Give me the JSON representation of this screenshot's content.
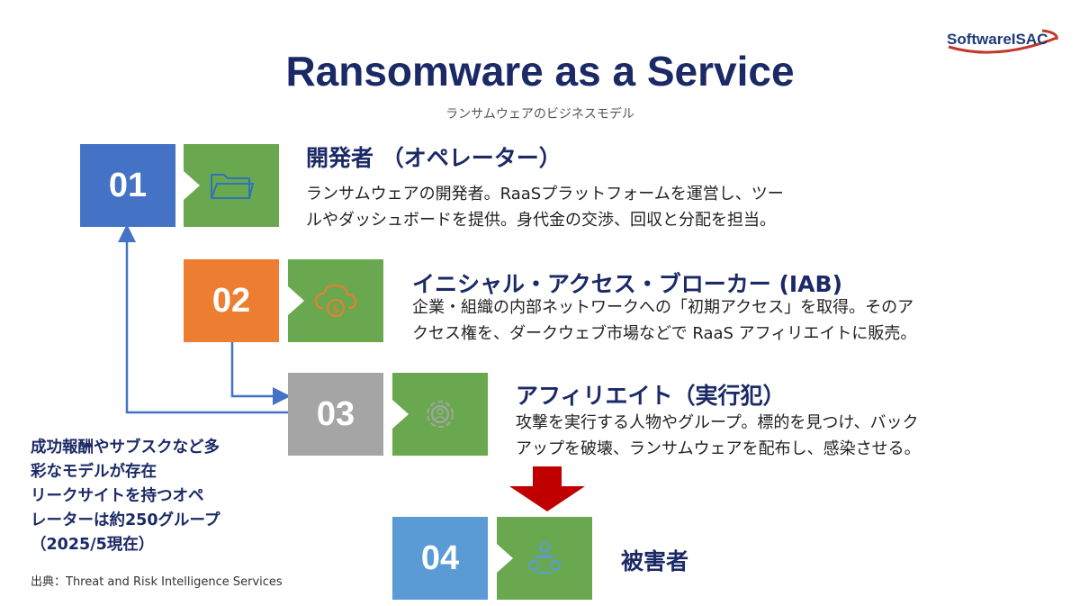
{
  "logo": {
    "text": "SoftwareISAC"
  },
  "title": "Ransomware as a Service",
  "subtitle": "ランサムウェアのビジネスモデル",
  "steps": [
    {
      "number": "01",
      "color": "#4472c4",
      "icon": "folder-icon",
      "heading": "開発者 （オペレーター）",
      "lines": [
        "ランサムウェアの開発者。RaaSプラットフォームを運営し、ツー",
        "ルやダッシュボードを提供。身代金の交渉、回収と分配を担当。"
      ]
    },
    {
      "number": "02",
      "color": "#ed7d31",
      "icon": "cloud-money-icon",
      "heading": "イニシャル・アクセス・ブローカー (IAB)",
      "lines": [
        "企業・組織の内部ネットワークへの「初期アクセス」を取得。そのア",
        "クセス権を、ダークウェブ市場などで RaaS アフィリエイトに販売。"
      ]
    },
    {
      "number": "03",
      "color": "#a5a5a5",
      "icon": "gear-icon",
      "heading": "アフィリエイト（実行犯）",
      "lines": [
        "攻撃を実行する人物やグループ。標的を見つけ、バック",
        "アップを破壊、ランサムウェアを配布し、感染させる。"
      ]
    },
    {
      "number": "04",
      "color": "#5b9bd5",
      "icon": "people-icon",
      "heading": "被害者",
      "lines": []
    }
  ],
  "note": [
    "成功報酬やサブスクなど多",
    "彩なモデルが存在",
    "リークサイトを持つオペ",
    "レーターは約250グループ",
    "（2025/5現在）"
  ],
  "source": "出典：Threat and Risk Intelligence Services",
  "colors": {
    "green": "#6aa84f",
    "navy": "#1b2a66",
    "arrow_red": "#c00000",
    "connector": "#4472c4"
  }
}
